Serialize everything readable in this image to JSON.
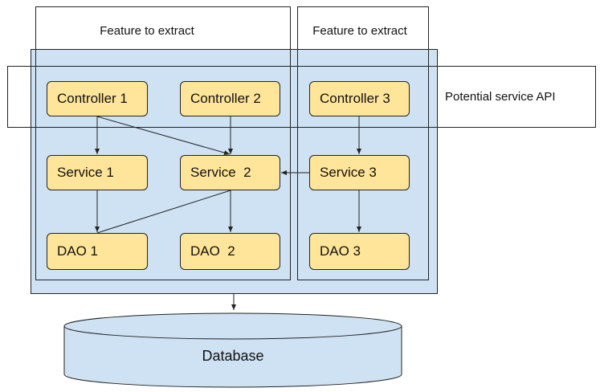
{
  "features": [
    {
      "label": "Feature to extract"
    },
    {
      "label": "Feature to extract"
    }
  ],
  "service_api": {
    "label": "Potential service API"
  },
  "nodes": {
    "controller1": "Controller 1",
    "controller2": "Controller 2",
    "controller3": "Controller 3",
    "service1": "Service 1",
    "service2": "Service  2",
    "service3": "Service 3",
    "dao1": "DAO 1",
    "dao2": "DAO  2",
    "dao3": "DAO 3"
  },
  "database": {
    "label": "Database"
  },
  "colors": {
    "app_fill": "#cfe2f3",
    "node_fill": "#ffe599",
    "database_fill": "#cfe2f3",
    "stroke": "#222222"
  }
}
